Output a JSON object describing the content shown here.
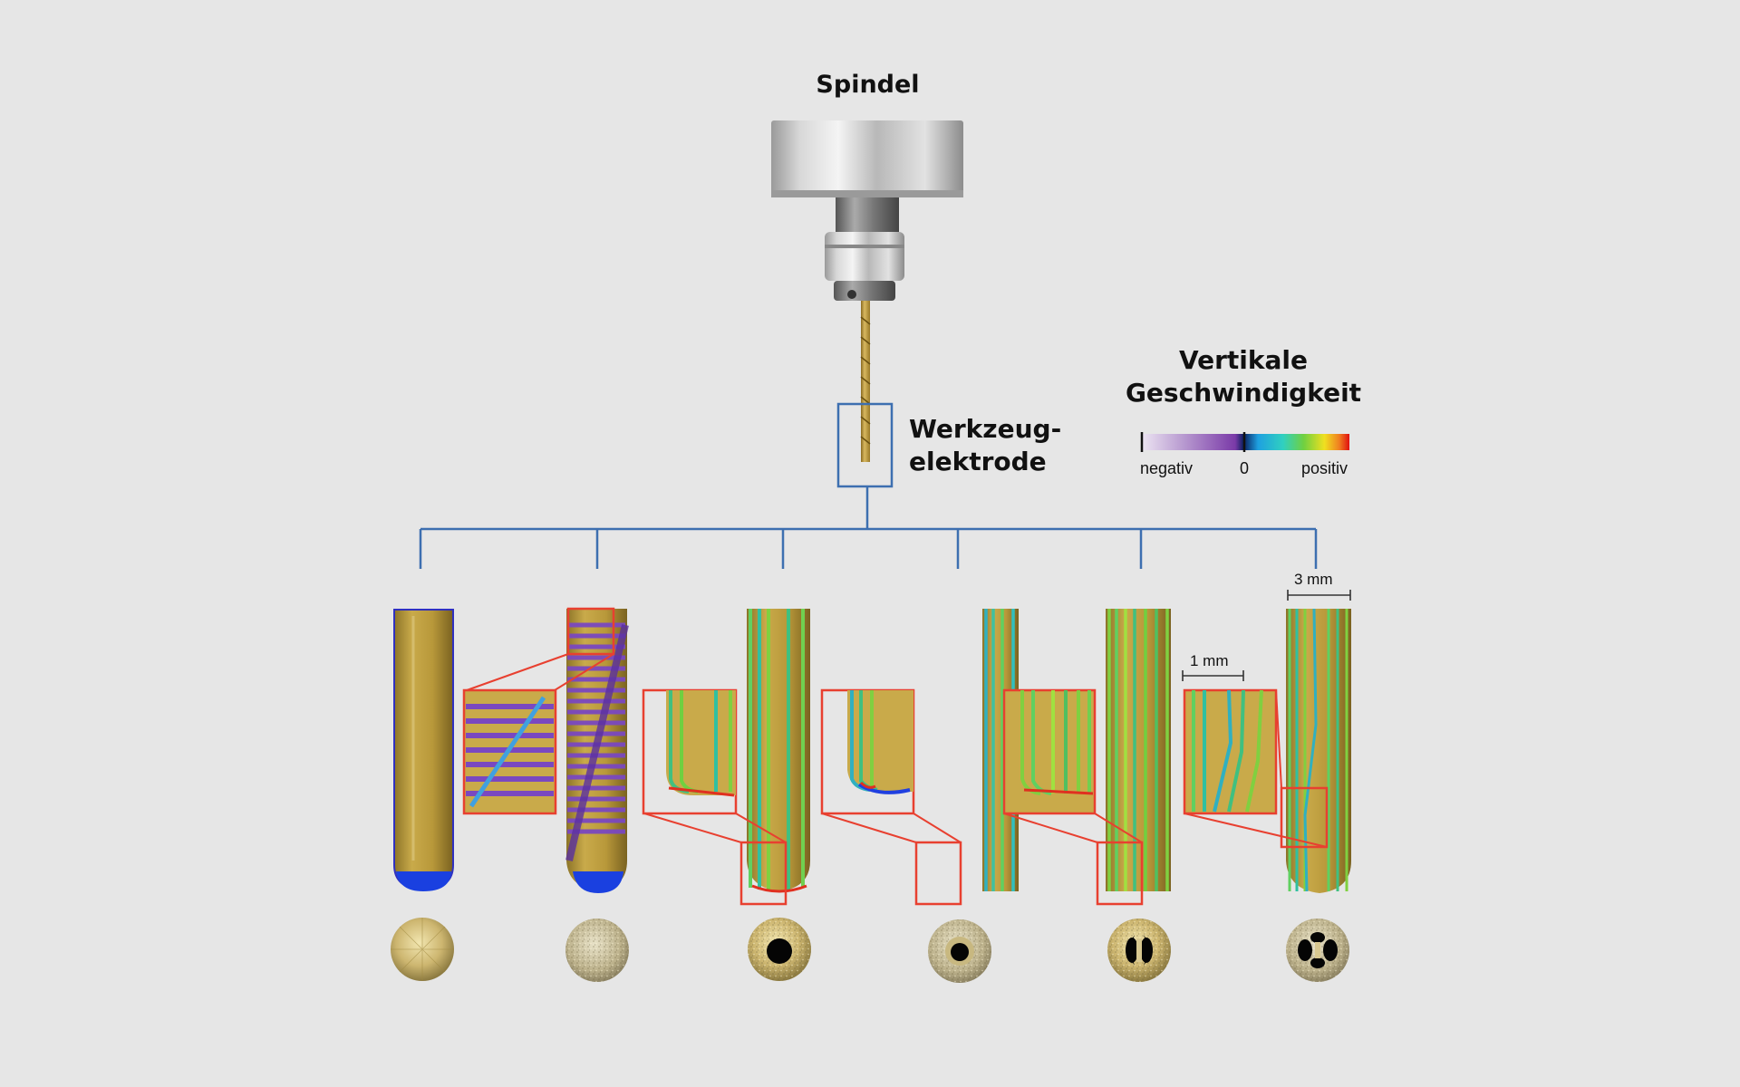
{
  "spindle": {
    "label": "Spindel",
    "icon": "spindle-icon"
  },
  "tool_electrode": {
    "label_line1": "Werkzeug-",
    "label_line2": "elektrode",
    "icon": "tool-electrode-icon"
  },
  "legend": {
    "title_line1": "Vertikale",
    "title_line2": "Geschwindigkeit",
    "tick_negative": "negativ",
    "tick_zero": "0",
    "tick_positive": "positiv",
    "colors": [
      "#ece4f2",
      "#b89ad0",
      "#7a3aa8",
      "#0a1f60",
      "#1ea0e0",
      "#30d0c0",
      "#70d040",
      "#f0e020",
      "#f08020",
      "#e01010"
    ]
  },
  "scale_bars": {
    "large": "3 mm",
    "small": "1 mm"
  },
  "colors": {
    "connector": "#3d6fb0",
    "highlight": "#e84030",
    "electrode_gold": "#c0a040",
    "background": "#e6e6e6"
  },
  "variants": [
    {
      "icon": "solid-electrode-icon",
      "cross_section_icon": "solid-cross-section-icon"
    },
    {
      "icon": "spiral-flow-electrode-icon",
      "cross_section_icon": "rough-cross-section-icon"
    },
    {
      "icon": "single-channel-electrode-icon",
      "cross_section_icon": "single-bore-cross-section-icon"
    },
    {
      "icon": "single-channel-small-electrode-icon",
      "cross_section_icon": "small-bore-cross-section-icon"
    },
    {
      "icon": "double-channel-electrode-icon",
      "cross_section_icon": "double-bore-cross-section-icon"
    },
    {
      "icon": "multi-channel-electrode-icon",
      "cross_section_icon": "multi-bore-cross-section-icon"
    }
  ]
}
